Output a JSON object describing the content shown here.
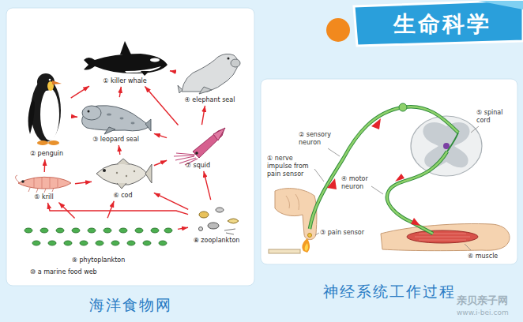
{
  "diagram": {
    "title": "生命科学",
    "nodes": [
      {
        "text": [
          "海洋食物网"
        ]
      },
      {
        "text": [
          "① killer whale"
        ],
        "in": 0
      },
      {
        "text": [
          "② penguin"
        ],
        "in": 0
      },
      {
        "text": [
          "③ leopard seal"
        ],
        "in": 0
      },
      {
        "text": [
          "④ elephant seal"
        ],
        "in": 0
      },
      {
        "text": [
          "⑤ krill"
        ],
        "in": 0
      },
      {
        "text": [
          "⑥ cod"
        ],
        "in": 0
      },
      {
        "text": [
          "⑦ squid"
        ],
        "in": 0
      },
      {
        "text": [
          "⑧ zooplankton"
        ],
        "in": 0
      },
      {
        "text": [
          "⑨ phytoplankton"
        ],
        "in": 0
      },
      {
        "text": [
          "神经系统工作过程"
        ]
      }
    ],
    "edges": [
      {
        "from": 2,
        "to": 1,
        "arrow": "to"
      },
      {
        "from": 3,
        "to": 1,
        "arrow": "to"
      },
      {
        "from": 4,
        "to": 1,
        "arrow": "to"
      },
      {
        "from": 7,
        "to": 1,
        "arrow": "to"
      },
      {
        "from": 2,
        "to": 3,
        "arrow": "to"
      },
      {
        "from": 6,
        "to": 3,
        "arrow": "to"
      },
      {
        "from": 7,
        "to": 3,
        "arrow": "to"
      },
      {
        "from": 7,
        "to": 4,
        "arrow": "to"
      },
      {
        "from": 5,
        "to": 2,
        "arrow": "to"
      },
      {
        "from": 5,
        "to": 6,
        "arrow": "to"
      },
      {
        "from": 6,
        "to": 7,
        "arrow": "to"
      },
      {
        "from": 8,
        "to": 5,
        "arrow": "to"
      },
      {
        "from": 8,
        "to": 6,
        "arrow": "to"
      },
      {
        "from": 8,
        "to": 7,
        "arrow": "to"
      },
      {
        "from": 9,
        "to": 5,
        "arrow": "to"
      },
      {
        "from": 9,
        "to": 6,
        "arrow": "to"
      },
      {
        "from": 9,
        "to": 8,
        "arrow": "to"
      }
    ],
    "labels": [
      "⑩ a marine food web",
      "⑤ spinal cord",
      "② sensory neuron",
      "① nerve impulse from pain sensor",
      "④ motor neuron",
      "③ pain sensor",
      "⑥ muscle",
      "亲贝亲子网",
      "www.i-bei.com"
    ]
  }
}
